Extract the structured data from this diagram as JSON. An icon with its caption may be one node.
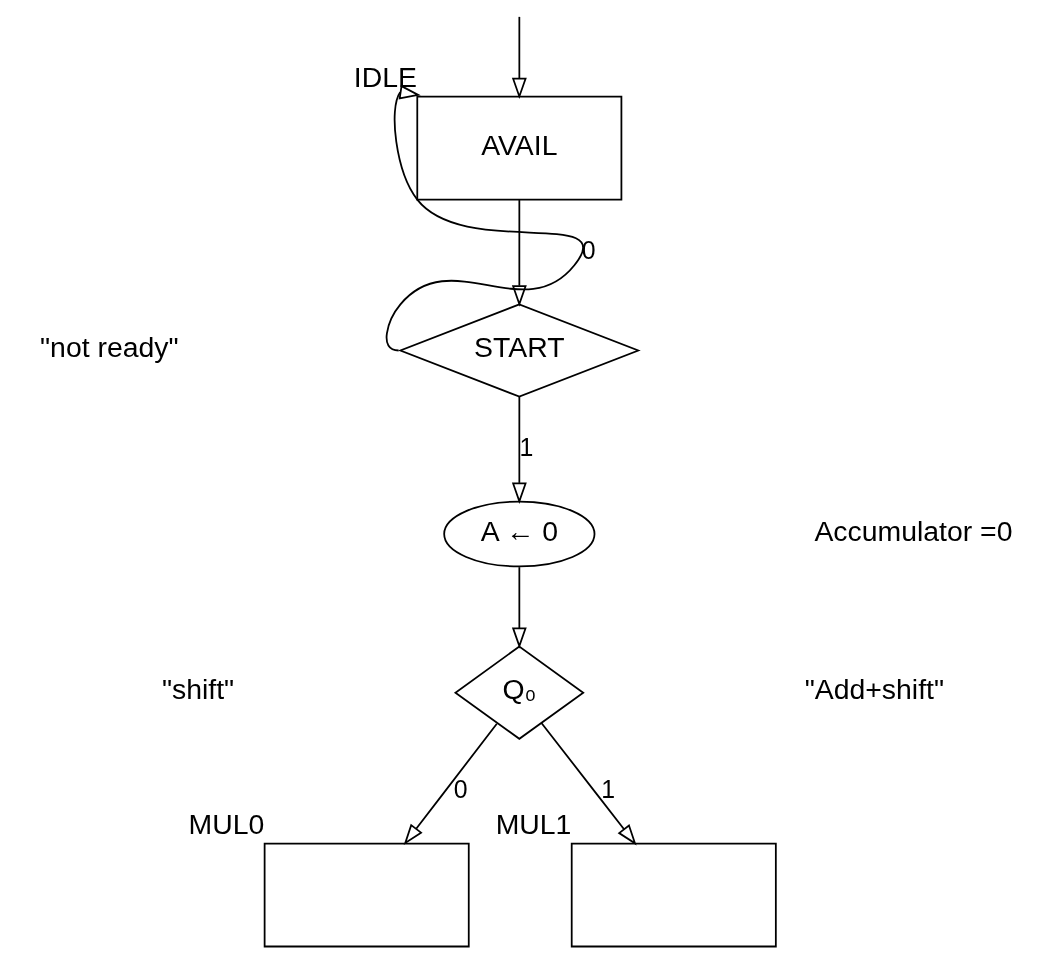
{
  "diagram": {
    "nodes": [
      {
        "text": [
          "AVAIL"
        ],
        "beside": [
          "IDLE"
        ]
      },
      {
        "text": [
          "START"
        ]
      },
      {
        "text": [
          "A ← 0"
        ]
      },
      {
        "text": [
          "Q₀"
        ]
      },
      {
        "text": [],
        "shape": "box",
        "beside": [
          "MUL0"
        ]
      },
      {
        "text": [],
        "shape": "box",
        "beside": [
          "MUL1"
        ]
      }
    ],
    "edges": [
      {
        "from": null,
        "to": 0,
        "arrow": "to"
      },
      {
        "from": 0,
        "to": 1,
        "arrow": "to"
      },
      {
        "from": 1,
        "to": 0,
        "arrow": "to",
        "label": "0"
      },
      {
        "from": 1,
        "to": 2,
        "arrow": "to",
        "label": "1"
      },
      {
        "from": 2,
        "to": 3,
        "arrow": "to"
      },
      {
        "from": 3,
        "to": 4,
        "arrow": "to",
        "label": "0"
      },
      {
        "from": 3,
        "to": 5,
        "arrow": "to",
        "label": "1"
      }
    ],
    "labels": [
      "\"not ready\"",
      "Accumulator =0",
      "\"shift\"",
      "\"Add+shift\""
    ]
  }
}
